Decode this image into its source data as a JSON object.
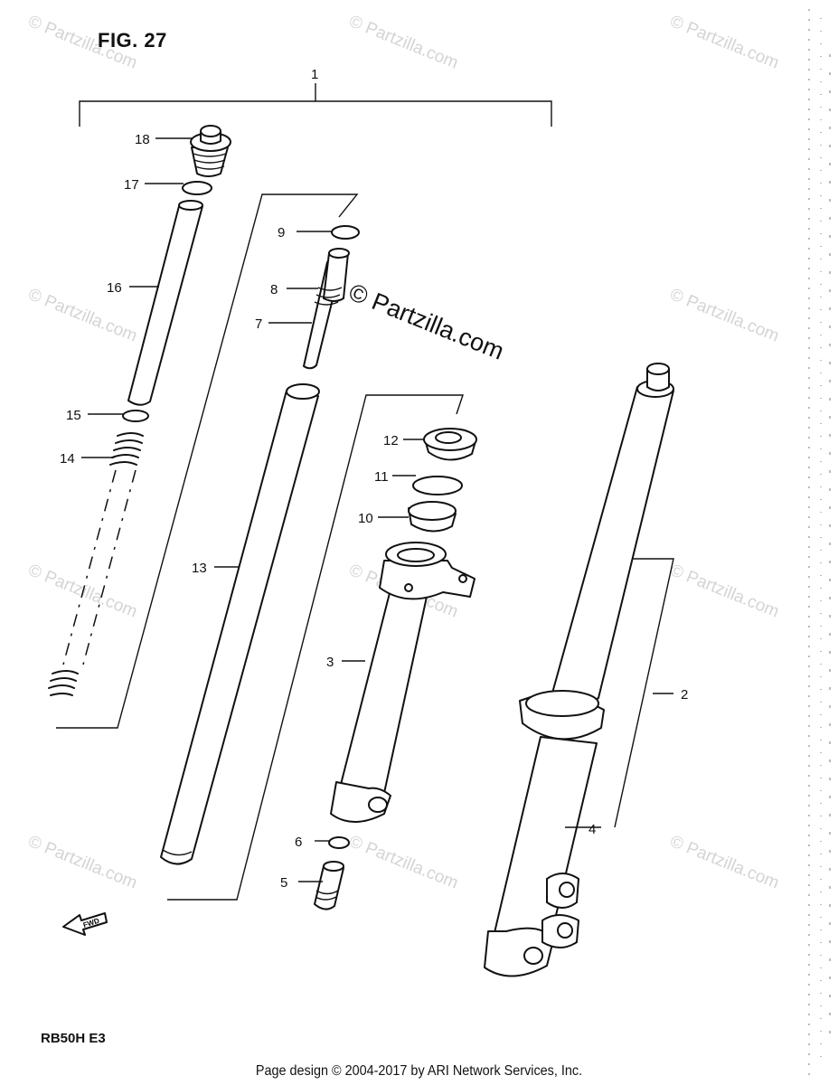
{
  "figure_title": "FIG. 27",
  "model_code": "RB50H E3",
  "footer": "Page design © 2004-2017 by ARI Network Services, Inc.",
  "watermark_center": "© Partzilla.com",
  "watermark_tile": "© Partzilla.com",
  "fwd_arrow": "FWD",
  "callouts": [
    "1",
    "2",
    "3",
    "4",
    "5",
    "6",
    "7",
    "8",
    "9",
    "10",
    "11",
    "12",
    "13",
    "14",
    "15",
    "16",
    "17",
    "18"
  ]
}
